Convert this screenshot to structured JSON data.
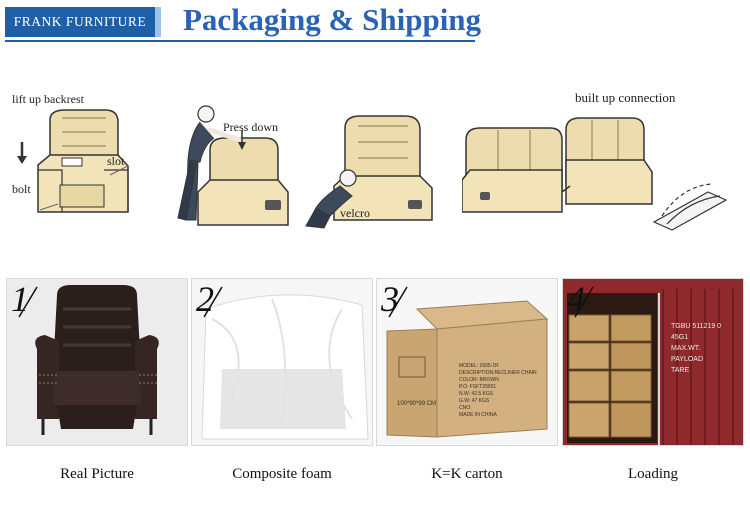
{
  "header": {
    "brand": "FRANK FURNITURE",
    "title": "Packaging & Shipping",
    "brand_color": "#1f5fa8",
    "title_color": "#2a62b5"
  },
  "instructions": {
    "lift_label": "lift up backrest",
    "slot_label": "slot",
    "bolt_label": "bolt",
    "press_label": "Press down",
    "velcro_label": "velcro",
    "connection_label": "built up connection"
  },
  "steps": [
    {
      "number": "1",
      "caption": "Real Picture"
    },
    {
      "number": "2",
      "caption": "Composite foam"
    },
    {
      "number": "3",
      "caption": "K=K carton"
    },
    {
      "number": "4",
      "caption": "Loading"
    }
  ],
  "carton": {
    "lines": [
      "MODEL: 2605-1R",
      "DESCRIPTION:RECLINER CHAIR",
      "COLOR: BROWN",
      "P.O: FSFT20001",
      "N.W: 42.5   KGS",
      "G.W: 47    KGS",
      "CNO:",
      "MADE IN CHINA"
    ],
    "size": "100*90*99 CM"
  },
  "container": {
    "lines": [
      "TGBU 511219 0",
      "45G1",
      "MAX.WT.",
      "PAYLOAD",
      "TARE"
    ]
  }
}
